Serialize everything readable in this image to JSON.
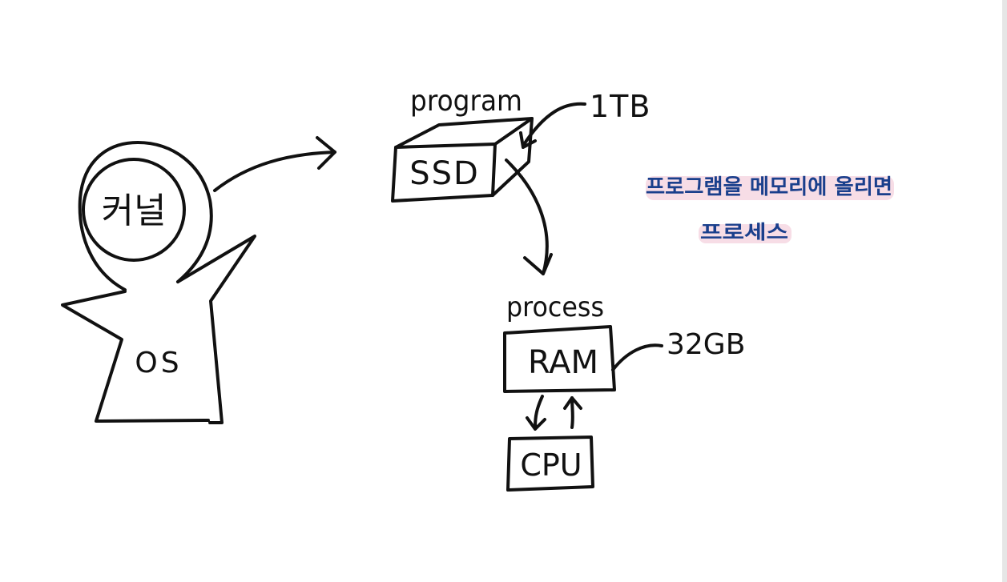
{
  "figure": {
    "os_character": {
      "kernel_label": "커널",
      "body_label": "OS"
    },
    "ssd": {
      "caption": "program",
      "label": "SSD",
      "capacity": "1TB"
    },
    "ram": {
      "caption": "process",
      "label": "RAM",
      "capacity": "32GB"
    },
    "cpu": {
      "label": "CPU"
    },
    "note": {
      "line1": "프로그램을 메모리에 올리면",
      "line2": "프로세스",
      "color": "#1a3f8c",
      "highlight": "#f7dde6"
    },
    "ink_color": "#111111"
  }
}
